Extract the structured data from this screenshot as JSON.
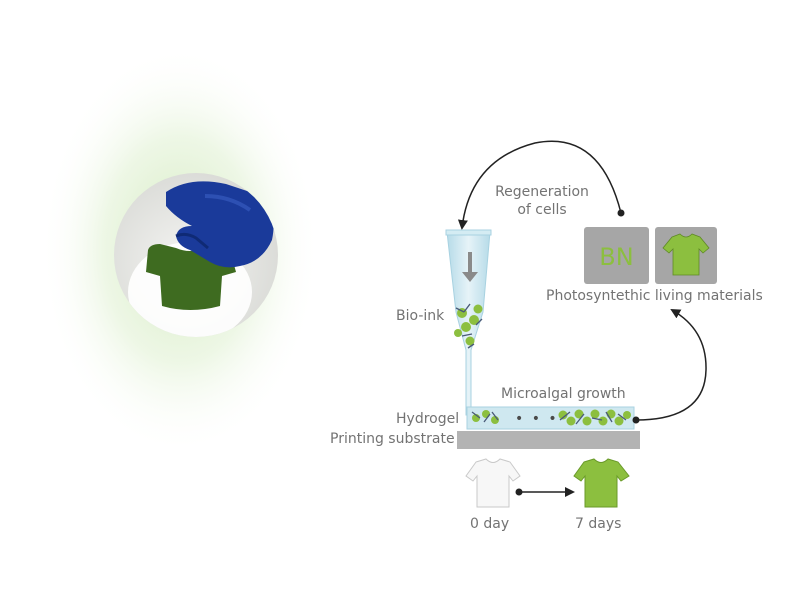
{
  "photo": {
    "subject": "living material t-shirt shape on petri dish held by gloved hand",
    "colors": {
      "glove": "#1a3a9a",
      "tshirt": "#3e6b20",
      "glow": "#cfe8b8"
    }
  },
  "labels": {
    "regeneration": "Regeneration\nof cells",
    "bio_ink": "Bio-ink",
    "photosynthetic": "Photosyntethic living materials",
    "microalgal_growth": "Microalgal growth",
    "hydrogel": "Hydrogel",
    "printing_substrate": "Printing substrate",
    "day0": "0 day",
    "day7": "7 days",
    "bn": "BN"
  },
  "colors": {
    "algae_green": "#8cbf3f",
    "tile_gray": "#a6a6a6",
    "substrate_gray": "#b3b3b3",
    "nozzle_blue": "#c9e4ee",
    "text_gray": "#737373"
  }
}
